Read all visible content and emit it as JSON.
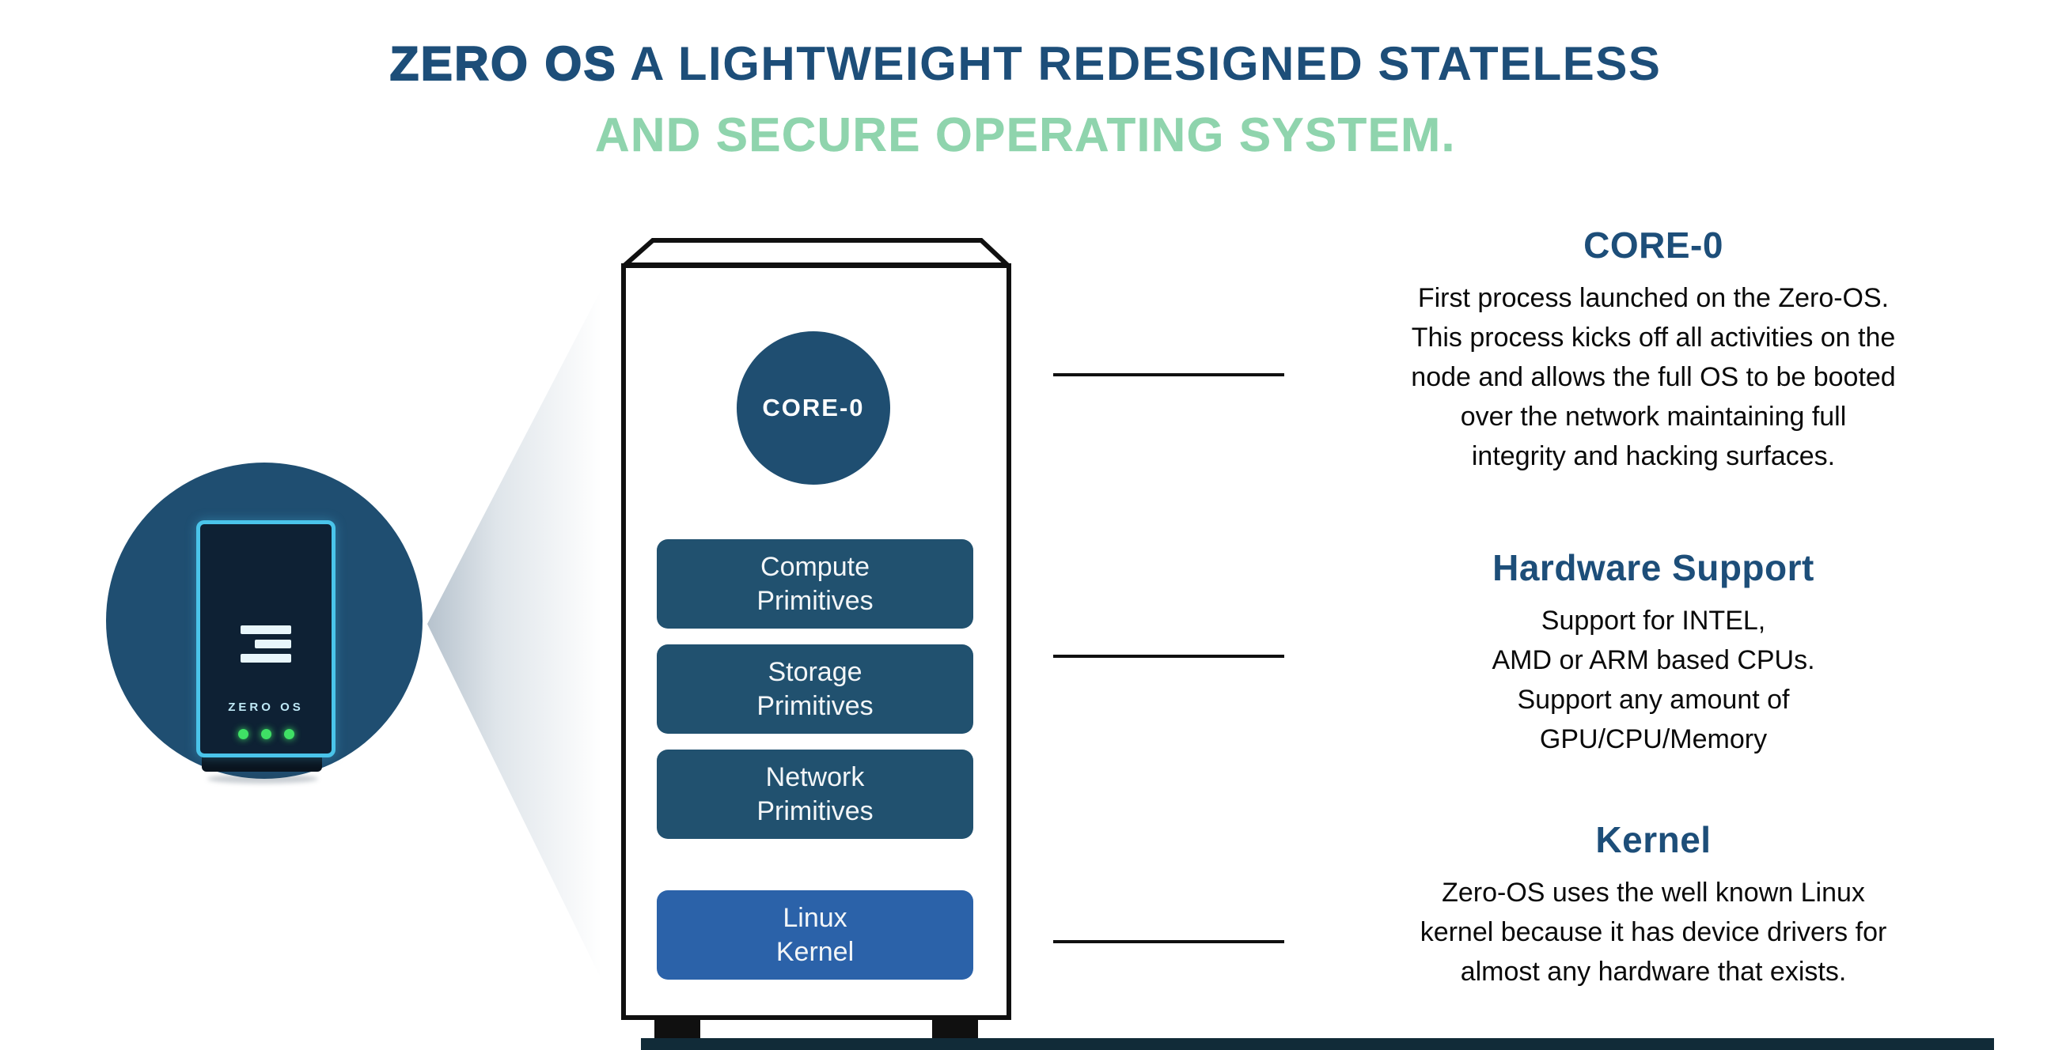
{
  "title": {
    "line1_brand": "ZERO OS",
    "line1_rest": " A LIGHTWEIGHT REDESIGNED STATELESS",
    "line2": "AND SECURE OPERATING SYSTEM."
  },
  "server": {
    "name": "ZERO OS"
  },
  "tower": {
    "core_label": "CORE-0",
    "layers": [
      {
        "label": [
          "Compute",
          "Primitives"
        ]
      },
      {
        "label": [
          "Storage",
          "Primitives"
        ]
      },
      {
        "label": [
          "Network",
          "Primitives"
        ]
      },
      {
        "label": [
          "Linux",
          "Kernel"
        ]
      }
    ]
  },
  "sections": [
    {
      "heading": "CORE-0",
      "body": [
        "First process launched on the Zero-OS.",
        "This process kicks off all activities on the",
        "node and allows the full OS to be booted",
        "over the network maintaining full",
        "integrity and hacking surfaces."
      ]
    },
    {
      "heading": "Hardware Support",
      "body": [
        "Support for INTEL,",
        "AMD or ARM based CPUs.",
        "Support any amount of",
        "GPU/CPU/Memory"
      ]
    },
    {
      "heading": "Kernel",
      "body": [
        "Zero-OS uses the well known Linux",
        "kernel because it has device drivers for",
        "almost any hardware that exists."
      ]
    }
  ],
  "colors": {
    "heading_blue": "#1d4e79",
    "mint_green": "#8fd4ad",
    "layer_blue": "#21516f",
    "kernel_blue": "#2b62a9",
    "server_border_cyan": "#4ac4ea",
    "led_green": "#3fe065",
    "bottom_bar": "#112b38"
  }
}
